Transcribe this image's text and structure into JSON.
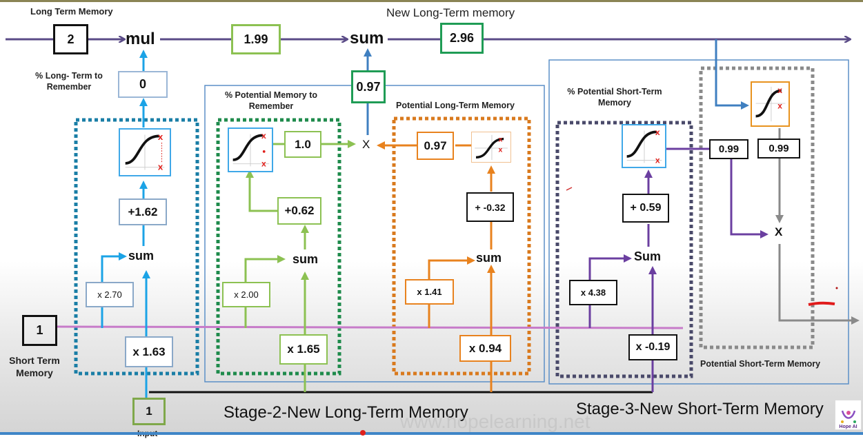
{
  "title": "LSTM Forward Pass Worked Example",
  "labels": {
    "long_term_memory": "Long Term Memory",
    "new_long_term_memory": "New Long-Term memory",
    "pct_long_term_to_remember": "% Long- Term to Remember",
    "pct_potential_memory_to_remember": "% Potential Memory to Remember",
    "potential_long_term_memory": "Potential Long-Term Memory",
    "pct_potential_short_term_memory": "% Potential Short-Term Memory",
    "potential_short_term_memory": "Potential Short-Term Memory",
    "short_term_memory": "Short Term Memory",
    "input": "Input",
    "stage2": "Stage-2-New Long-Term Memory",
    "stage3": "Stage-3-New Short-Term Memory",
    "watermark": "www.hopelearning.net",
    "logo": "Hope AI"
  },
  "top_line": {
    "long_term_value": "2",
    "mul_op": "mul",
    "after_mul_value": "1.99",
    "sum_op": "sum",
    "new_long_term_value": "2.96",
    "forget_value": "0",
    "stage2_product_value": "0.97"
  },
  "inputs": {
    "short_term_value": "1",
    "input_value": "1"
  },
  "forget_gate": {
    "short_weight": "x 2.70",
    "input_weight": "x 1.63",
    "sum_op": "sum",
    "bias": "+1.62",
    "activation": "sigmoid"
  },
  "input_gate": {
    "short_weight": "x 2.00",
    "input_weight": "x 1.65",
    "sum_op": "sum",
    "bias": "+0.62",
    "activation": "sigmoid",
    "output": "1.0",
    "mult_op": "X"
  },
  "candidate": {
    "short_weight": "x 1.41",
    "input_weight": "x 0.94",
    "sum_op": "sum",
    "bias": "+ -0.32",
    "activation": "tanh",
    "output": "0.97"
  },
  "output_gate": {
    "short_weight": "x 4.38",
    "input_weight": "x -0.19",
    "sum_op": "Sum",
    "bias": "+ 0.59",
    "activation": "sigmoid",
    "output": "0.99"
  },
  "short_term_out": {
    "activation": "tanh",
    "tanh_output": "0.99",
    "mult_op": "X"
  },
  "colors": {
    "main_line": "#5a4b87",
    "forget": "#1ba3e6",
    "forget_border": "#1a7ea6",
    "input_gate": "#8cc152",
    "input_gate_border": "#1f8b4c",
    "candidate": "#e8821e",
    "output_gate": "#6b3fa0",
    "output_gate_border": "#4a4a6a",
    "short_term_line": "#c77bc9",
    "stage_box": "#5b8fc7",
    "grey": "#8a8a8a"
  }
}
